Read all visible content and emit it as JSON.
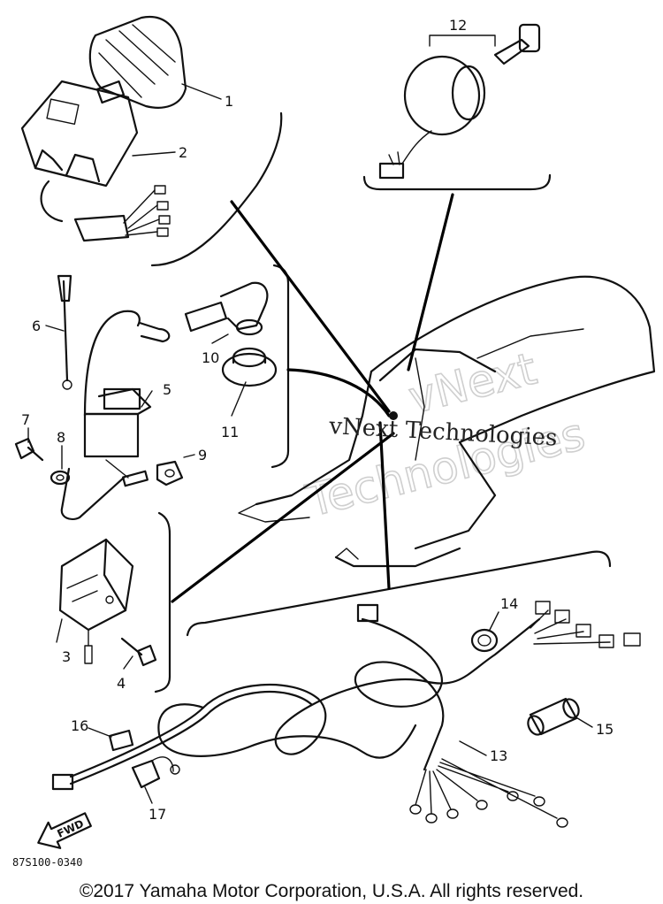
{
  "callouts": {
    "c1": "1",
    "c2": "2",
    "c3": "3",
    "c4": "4",
    "c5": "5",
    "c6": "6",
    "c7": "7",
    "c8": "8",
    "c9": "9",
    "c10": "10",
    "c11": "11",
    "c12": "12",
    "c13": "13",
    "c14": "14",
    "c15": "15",
    "c16": "16",
    "c17": "17"
  },
  "watermark": {
    "brand": "vNext Technologies",
    "ghost_line1": "vNext",
    "ghost_line2": "Technologies"
  },
  "arrow_label": "FWD",
  "diagram_code": "87S100-0340",
  "copyright": "©2017 Yamaha Motor Corporation, U.S.A. All rights reserved."
}
